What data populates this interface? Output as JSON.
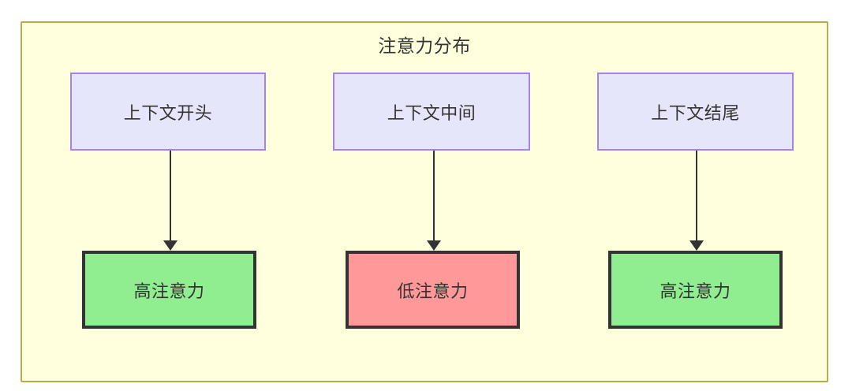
{
  "diagram": {
    "title": "注意力分布",
    "container": {
      "fill": "#ffffde",
      "border": "#b5ad4e"
    },
    "palette": {
      "source_fill": "#e6e6fa",
      "source_border": "#a683e8",
      "high_fill": "#90ee90",
      "low_fill": "#ff9999",
      "node_border": "#333333",
      "edge": "#333333",
      "text": "#333333"
    },
    "columns": [
      {
        "source_label": "上下文开头",
        "result_label": "高注意力",
        "result_level": "high"
      },
      {
        "source_label": "上下文中间",
        "result_label": "低注意力",
        "result_level": "low"
      },
      {
        "source_label": "上下文结尾",
        "result_label": "高注意力",
        "result_level": "high"
      }
    ]
  }
}
